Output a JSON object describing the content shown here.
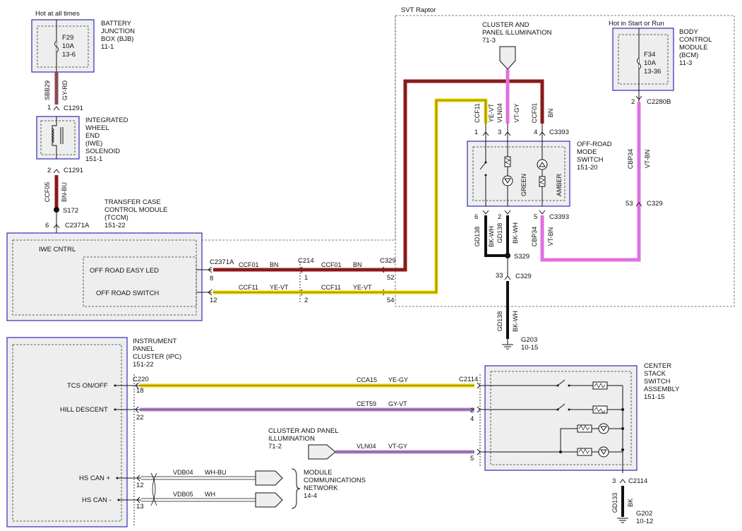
{
  "header": {
    "hot_at_all_times": "Hot at all times",
    "hot_in_start_or_run": "Hot in Start or Run",
    "region_label": "SVT Raptor"
  },
  "bjb": {
    "title": [
      "BATTERY",
      "JUNCTION",
      "BOX (BJB)",
      "11-1"
    ],
    "fuse": [
      "F29",
      "10A",
      "13-6"
    ]
  },
  "iwe_solenoid": {
    "title": [
      "INTEGRATED",
      "WHEEL",
      "END",
      "(IWE)",
      "SOLENOID",
      "151-1"
    ],
    "pin_top": "1",
    "conn_top": "C1291",
    "pin_bottom": "2",
    "conn_bottom": "C1291"
  },
  "tccm": {
    "title": [
      "TRANSFER CASE",
      "CONTROL MODULE",
      "(TCCM)",
      "151-22"
    ],
    "splice": "S172",
    "pin": "6",
    "conn": "C2371A",
    "section_label": "IWE CNTRL",
    "out1_label": "OFF ROAD EASY LED",
    "out2_label": "OFF ROAD SWITCH"
  },
  "wires": {
    "sbb29": {
      "circuit": "SBB29",
      "color": "GY-RD"
    },
    "ccf05": {
      "circuit": "CCF05",
      "color": "BN-BU"
    },
    "ccf01_a": {
      "circuit": "CCF01",
      "color": "BN"
    },
    "ccf01_b": {
      "circuit": "CCF01",
      "color": "BN"
    },
    "ccf11_a": {
      "circuit": "CCF11",
      "color": "YE-VT"
    },
    "ccf11_b": {
      "circuit": "CCF11",
      "color": "YE-VT"
    },
    "ccf11_v": {
      "circuit": "CCF11",
      "color": "YE-VT"
    },
    "vln04_v": {
      "circuit": "VLN04",
      "color": "VT-GY"
    },
    "ccf01_v": {
      "circuit": "CCF01",
      "color": "BN"
    },
    "cbp34_r": {
      "circuit": "CBP34",
      "color": "VT-BN"
    },
    "gd138_a": {
      "circuit": "GD138",
      "color": "BK-WH"
    },
    "gd138_b": {
      "circuit": "GD138",
      "color": "BK-WH"
    },
    "cbp34_s": {
      "circuit": "CBP34",
      "color": "VT-BN"
    },
    "gd138_c": {
      "circuit": "GD138",
      "color": "BK-WH"
    },
    "cca15": {
      "circuit": "CCA15",
      "color": "YE-GY"
    },
    "cet59": {
      "circuit": "CET59",
      "color": "GY-VT"
    },
    "vln04_h": {
      "circuit": "VLN04",
      "color": "VT-GY"
    },
    "vdb04": {
      "circuit": "VDB04",
      "color": "WH-BU"
    },
    "vdb05": {
      "circuit": "VDB05",
      "color": "WH"
    },
    "gd133": {
      "circuit": "GD133",
      "color": "BK"
    }
  },
  "connectors": {
    "c2371a": {
      "name": "C2371A",
      "pin_led": "8",
      "pin_sw": "12"
    },
    "c214": {
      "name": "C214",
      "pin_led": "1",
      "pin_sw": "2"
    },
    "c329": {
      "name": "C329",
      "pin_led": "52",
      "pin_sw": "54"
    },
    "c3393_top": {
      "name": "C3393",
      "pins": [
        "1",
        "3",
        "4"
      ]
    },
    "c3393_bottom": {
      "name": "C3393",
      "pins": [
        "6",
        "2",
        "5"
      ]
    },
    "c2280b": {
      "name": "C2280B",
      "pin": "2"
    },
    "c329_right": {
      "name": "C329",
      "pin": "53"
    },
    "s329": {
      "name": "S329"
    },
    "c329_ground": {
      "name": "C329",
      "pin": "33"
    },
    "g203": {
      "name": "G203",
      "ref": "10-15"
    },
    "c220": {
      "name": "C220",
      "pins": [
        "18",
        "22"
      ]
    },
    "c2114": {
      "name": "C2114",
      "pins": [
        "2",
        "4",
        "5"
      ]
    },
    "ipc_can": {
      "pins": [
        "12",
        "13"
      ]
    },
    "c2114_bottom": {
      "name": "C2114",
      "pin": "3"
    },
    "g202": {
      "name": "G202",
      "ref": "10-12"
    }
  },
  "cluster_illum_top": {
    "title": [
      "CLUSTER AND",
      "PANEL ILLUMINATION",
      "71-3"
    ]
  },
  "offroad_switch": {
    "title": [
      "OFF-ROAD",
      "MODE",
      "SWITCH",
      "151-20"
    ],
    "green_label": "GREEN",
    "amber_label": "AMBER"
  },
  "bcm": {
    "title": [
      "BODY",
      "CONTROL",
      "MODULE",
      "(BCM)",
      "11-3"
    ],
    "fuse": [
      "F34",
      "10A",
      "13-36"
    ]
  },
  "ipc": {
    "title": [
      "INSTRUMENT",
      "PANEL",
      "CLUSTER (IPC)",
      "151-22"
    ],
    "in1": "TCS ON/OFF",
    "in2": "HILL DESCENT",
    "in3": "HS CAN +",
    "in4": "HS CAN -"
  },
  "cluster_illum_bottom": {
    "title": [
      "CLUSTER AND PANEL",
      "ILLUMINATION",
      "71-2"
    ]
  },
  "module_comm": {
    "title": [
      "MODULE",
      "COMMUNICATIONS",
      "NETWORK",
      "14-4"
    ]
  },
  "center_stack": {
    "title": [
      "CENTER",
      "STACK",
      "SWITCH",
      "ASSEMBLY",
      "151-15"
    ]
  },
  "colors": {
    "brown": "#8B1A1A",
    "yellow": "#E8D000",
    "violet": "#E070E0",
    "lavender": "#B088C8",
    "black": "#111111",
    "module_blue": "#2D2DB4",
    "module_fill": "#EEEEEE"
  }
}
